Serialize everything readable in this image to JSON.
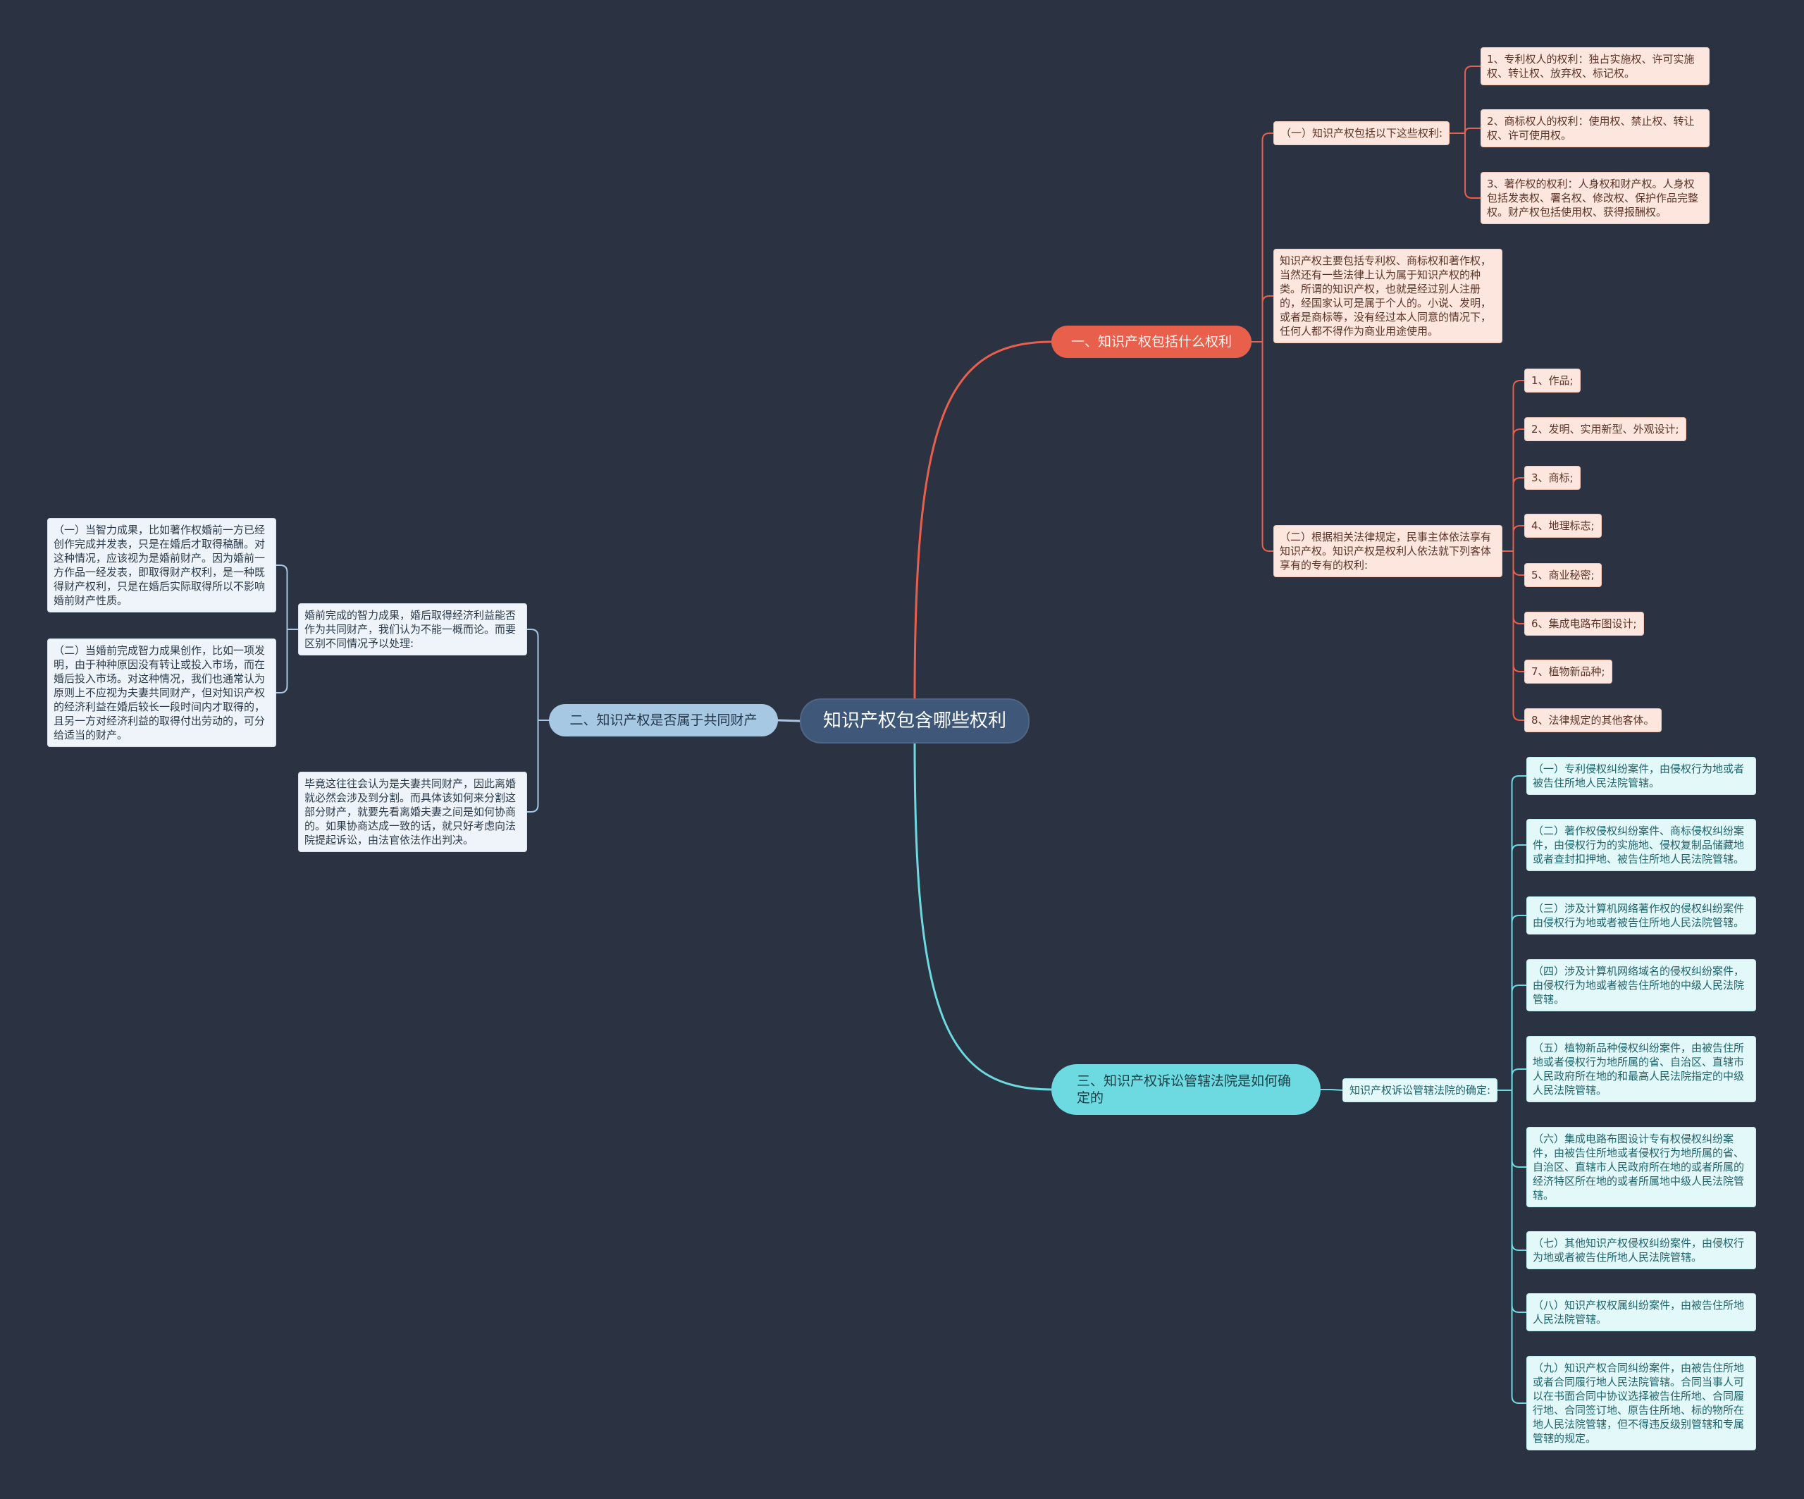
{
  "colors": {
    "background": "#2b3242",
    "root_fill": "#3f5879",
    "root_text": "#ffffff",
    "branch1_fill": "#e8604b",
    "branch1_text": "#fff5f1",
    "branch1_leaf_fill": "#fde6dd",
    "branch1_leaf_text": "#5c3429",
    "branch2_fill": "#a7c8e3",
    "branch2_text": "#24374a",
    "branch2_leaf_fill": "#eef4fa",
    "branch2_leaf_text": "#2b3a4b",
    "branch3_fill": "#6ddae1",
    "branch3_text": "#1b3f47",
    "branch3_leaf_fill": "#e2f8f9",
    "branch3_leaf_text": "#20636b"
  },
  "mindmap": {
    "root": "知识产权包含哪些权利",
    "branch1": {
      "label": "一、知识产权包括什么权利",
      "rights": {
        "label": "（一）知识产权包括以下这些权利:",
        "items": [
          "1、专利权人的权利：独占实施权、许可实施权、转让权、放弃权、标记权。",
          "2、商标权人的权利：使用权、禁止权、转让权、许可使用权。",
          "3、著作权的权利：人身权和财产权。人身权包括发表权、署名权、修改权、保护作品完整权。财产权包括使用权、获得报酬权。"
        ]
      },
      "summary": "知识产权主要包括专利权、商标权和著作权，当然还有一些法律上认为属于知识产权的种类。所谓的知识产权，也就是经过别人注册的，经国家认可是属于个人的。小说、发明，或者是商标等，没有经过本人同意的情况下，任何人都不得作为商业用途使用。",
      "objects": {
        "label": "（二）根据相关法律规定，民事主体依法享有知识产权。知识产权是权利人依法就下列客体享有的专有的权利:",
        "items": [
          "1、作品;",
          "2、发明、实用新型、外观设计;",
          "3、商标;",
          "4、地理标志;",
          "5、商业秘密;",
          "6、集成电路布图设计;",
          "7、植物新品种;",
          "8、法律规定的其他客体。"
        ]
      }
    },
    "branch2": {
      "label": "二、知识产权是否属于共同财产",
      "premarital": {
        "label": "婚前完成的智力成果，婚后取得经济利益能否作为共同财产，我们认为不能一概而论。而要区别不同情况予以处理:",
        "items": [
          "（一）当智力成果，比如著作权婚前一方已经创作完成并发表，只是在婚后才取得稿酬。对这种情况，应该视为是婚前财产。因为婚前一方作品一经发表，即取得财产权利，是一种既得财产权利，只是在婚后实际取得所以不影响婚前财产性质。",
          "（二）当婚前完成智力成果创作，比如一项发明，由于种种原因没有转让或投入市场，而在婚后投入市场。对这种情况，我们也通常认为原则上不应视为夫妻共同财产，但对知识产权的经济利益在婚后较长一段时间内才取得的，且另一方对经济利益的取得付出劳动的，可分给适当的财产。"
        ]
      },
      "divorce": "毕竟这往往会认为是夫妻共同财产，因此离婚就必然会涉及到分割。而具体该如何来分割这部分财产，就要先看离婚夫妻之间是如何协商的。如果协商达成一致的话，就只好考虑向法院提起诉讼，由法官依法作出判决。"
    },
    "branch3": {
      "label": "三、知识产权诉讼管辖法院是如何确定的",
      "jurisdiction": {
        "label": "知识产权诉讼管辖法院的确定:",
        "items": [
          "（一）专利侵权纠纷案件，由侵权行为地或者被告住所地人民法院管辖。",
          "（二）著作权侵权纠纷案件、商标侵权纠纷案件，由侵权行为的实施地、侵权复制品储藏地或者查封扣押地、被告住所地人民法院管辖。",
          "（三）涉及计算机网络著作权的侵权纠纷案件由侵权行为地或者被告住所地人民法院管辖。",
          "（四）涉及计算机网络域名的侵权纠纷案件，由侵权行为地或者被告住所地的中级人民法院管辖。",
          "（五）植物新品种侵权纠纷案件，由被告住所地或者侵权行为地所属的省、自治区、直辖市人民政府所在地的和最高人民法院指定的中级人民法院管辖。",
          "（六）集成电路布图设计专有权侵权纠纷案件，由被告住所地或者侵权行为地所属的省、自治区、直辖市人民政府所在地的或者所属的经济特区所在地的或者所属地中级人民法院管辖。",
          "（七）其他知识产权侵权纠纷案件，由侵权行为地或者被告住所地人民法院管辖。",
          "（八）知识产权权属纠纷案件，由被告住所地人民法院管辖。",
          "（九）知识产权合同纠纷案件，由被告住所地或者合同履行地人民法院管辖。合同当事人可以在书面合同中协议选择被告住所地、合同履行地、合同签订地、原告住所地、标的物所在地人民法院管辖，但不得违反级别管辖和专属管辖的规定。"
        ]
      }
    }
  }
}
